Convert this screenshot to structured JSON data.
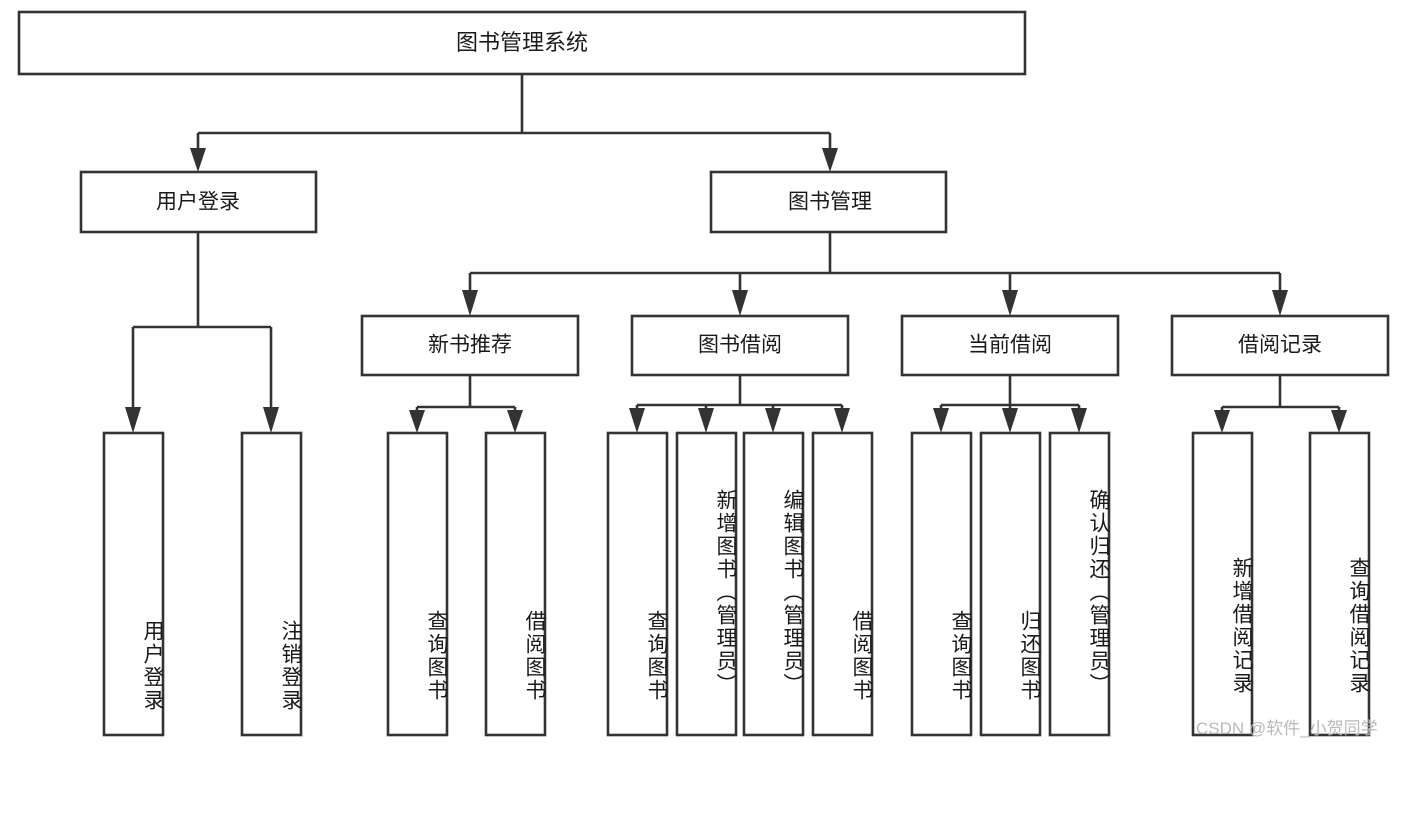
{
  "diagram": {
    "type": "tree",
    "title": "图书管理系统",
    "watermark": "CSDN @软件_小贺同学",
    "colors": {
      "stroke": "#333333",
      "fill": "#ffffff",
      "text": "#1a1a1a",
      "watermark": "#b9b9b9",
      "background": "#ffffff"
    },
    "root": {
      "label": "图书管理系统",
      "level": 1
    },
    "level2": [
      {
        "label": "用户登录"
      },
      {
        "label": "图书管理"
      }
    ],
    "level3": [
      {
        "label": "新书推荐"
      },
      {
        "label": "图书借阅"
      },
      {
        "label": "当前借阅"
      },
      {
        "label": "借阅记录"
      }
    ],
    "leaves": {
      "user_login": [
        {
          "label": "用户登录"
        },
        {
          "label": "注销登录"
        }
      ],
      "new_book": [
        {
          "label": "查询图书"
        },
        {
          "label": "借阅图书"
        }
      ],
      "book_borrow": [
        {
          "label": "查询图书"
        },
        {
          "label": "新增图书（管理员）"
        },
        {
          "label": "编辑图书（管理员）"
        },
        {
          "label": "借阅图书"
        }
      ],
      "current_borrow": [
        {
          "label": "查询图书"
        },
        {
          "label": "归还图书"
        },
        {
          "label": "确认归还（管理员）"
        }
      ],
      "borrow_record": [
        {
          "label": "新增借阅记录"
        },
        {
          "label": "查询借阅记录"
        }
      ]
    }
  }
}
